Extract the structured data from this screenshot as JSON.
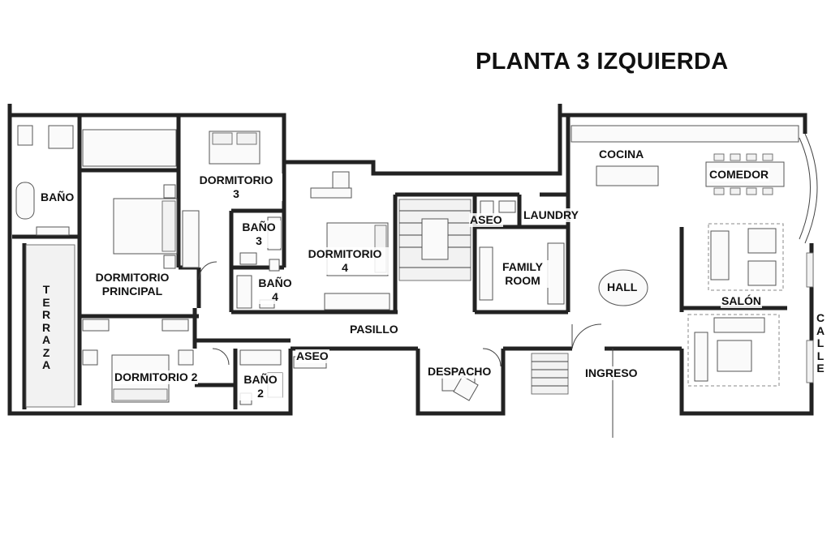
{
  "title": "PLANTA 3 IZQUIERDA",
  "rooms": {
    "bano": "BAÑO",
    "dormitorio_principal_line1": "DORMITORIO",
    "dormitorio_principal_line2": "PRINCIPAL",
    "dormitorio3_line1": "DORMITORIO",
    "dormitorio3_line2": "3",
    "bano3_line1": "BAÑO",
    "bano3_line2": "3",
    "bano4_line1": "BAÑO",
    "bano4_line2": "4",
    "dormitorio4_line1": "DORMITORIO",
    "dormitorio4_line2": "4",
    "aseo_top": "ASEO",
    "laundry": "LAUNDRY",
    "family_room_line1": "FAMILY",
    "family_room_line2": "ROOM",
    "cocina": "COCINA",
    "comedor": "COMEDOR",
    "hall": "HALL",
    "salon": "SALÓN",
    "pasillo": "PASILLO",
    "aseo_bottom": "ASEO",
    "despacho": "DESPACHO",
    "ingreso": "INGRESO",
    "dormitorio2": "DORMITORIO 2",
    "bano2_line1": "BAÑO",
    "bano2_line2": "2",
    "terraza": "TERRAZA",
    "calle": "CALLE"
  }
}
